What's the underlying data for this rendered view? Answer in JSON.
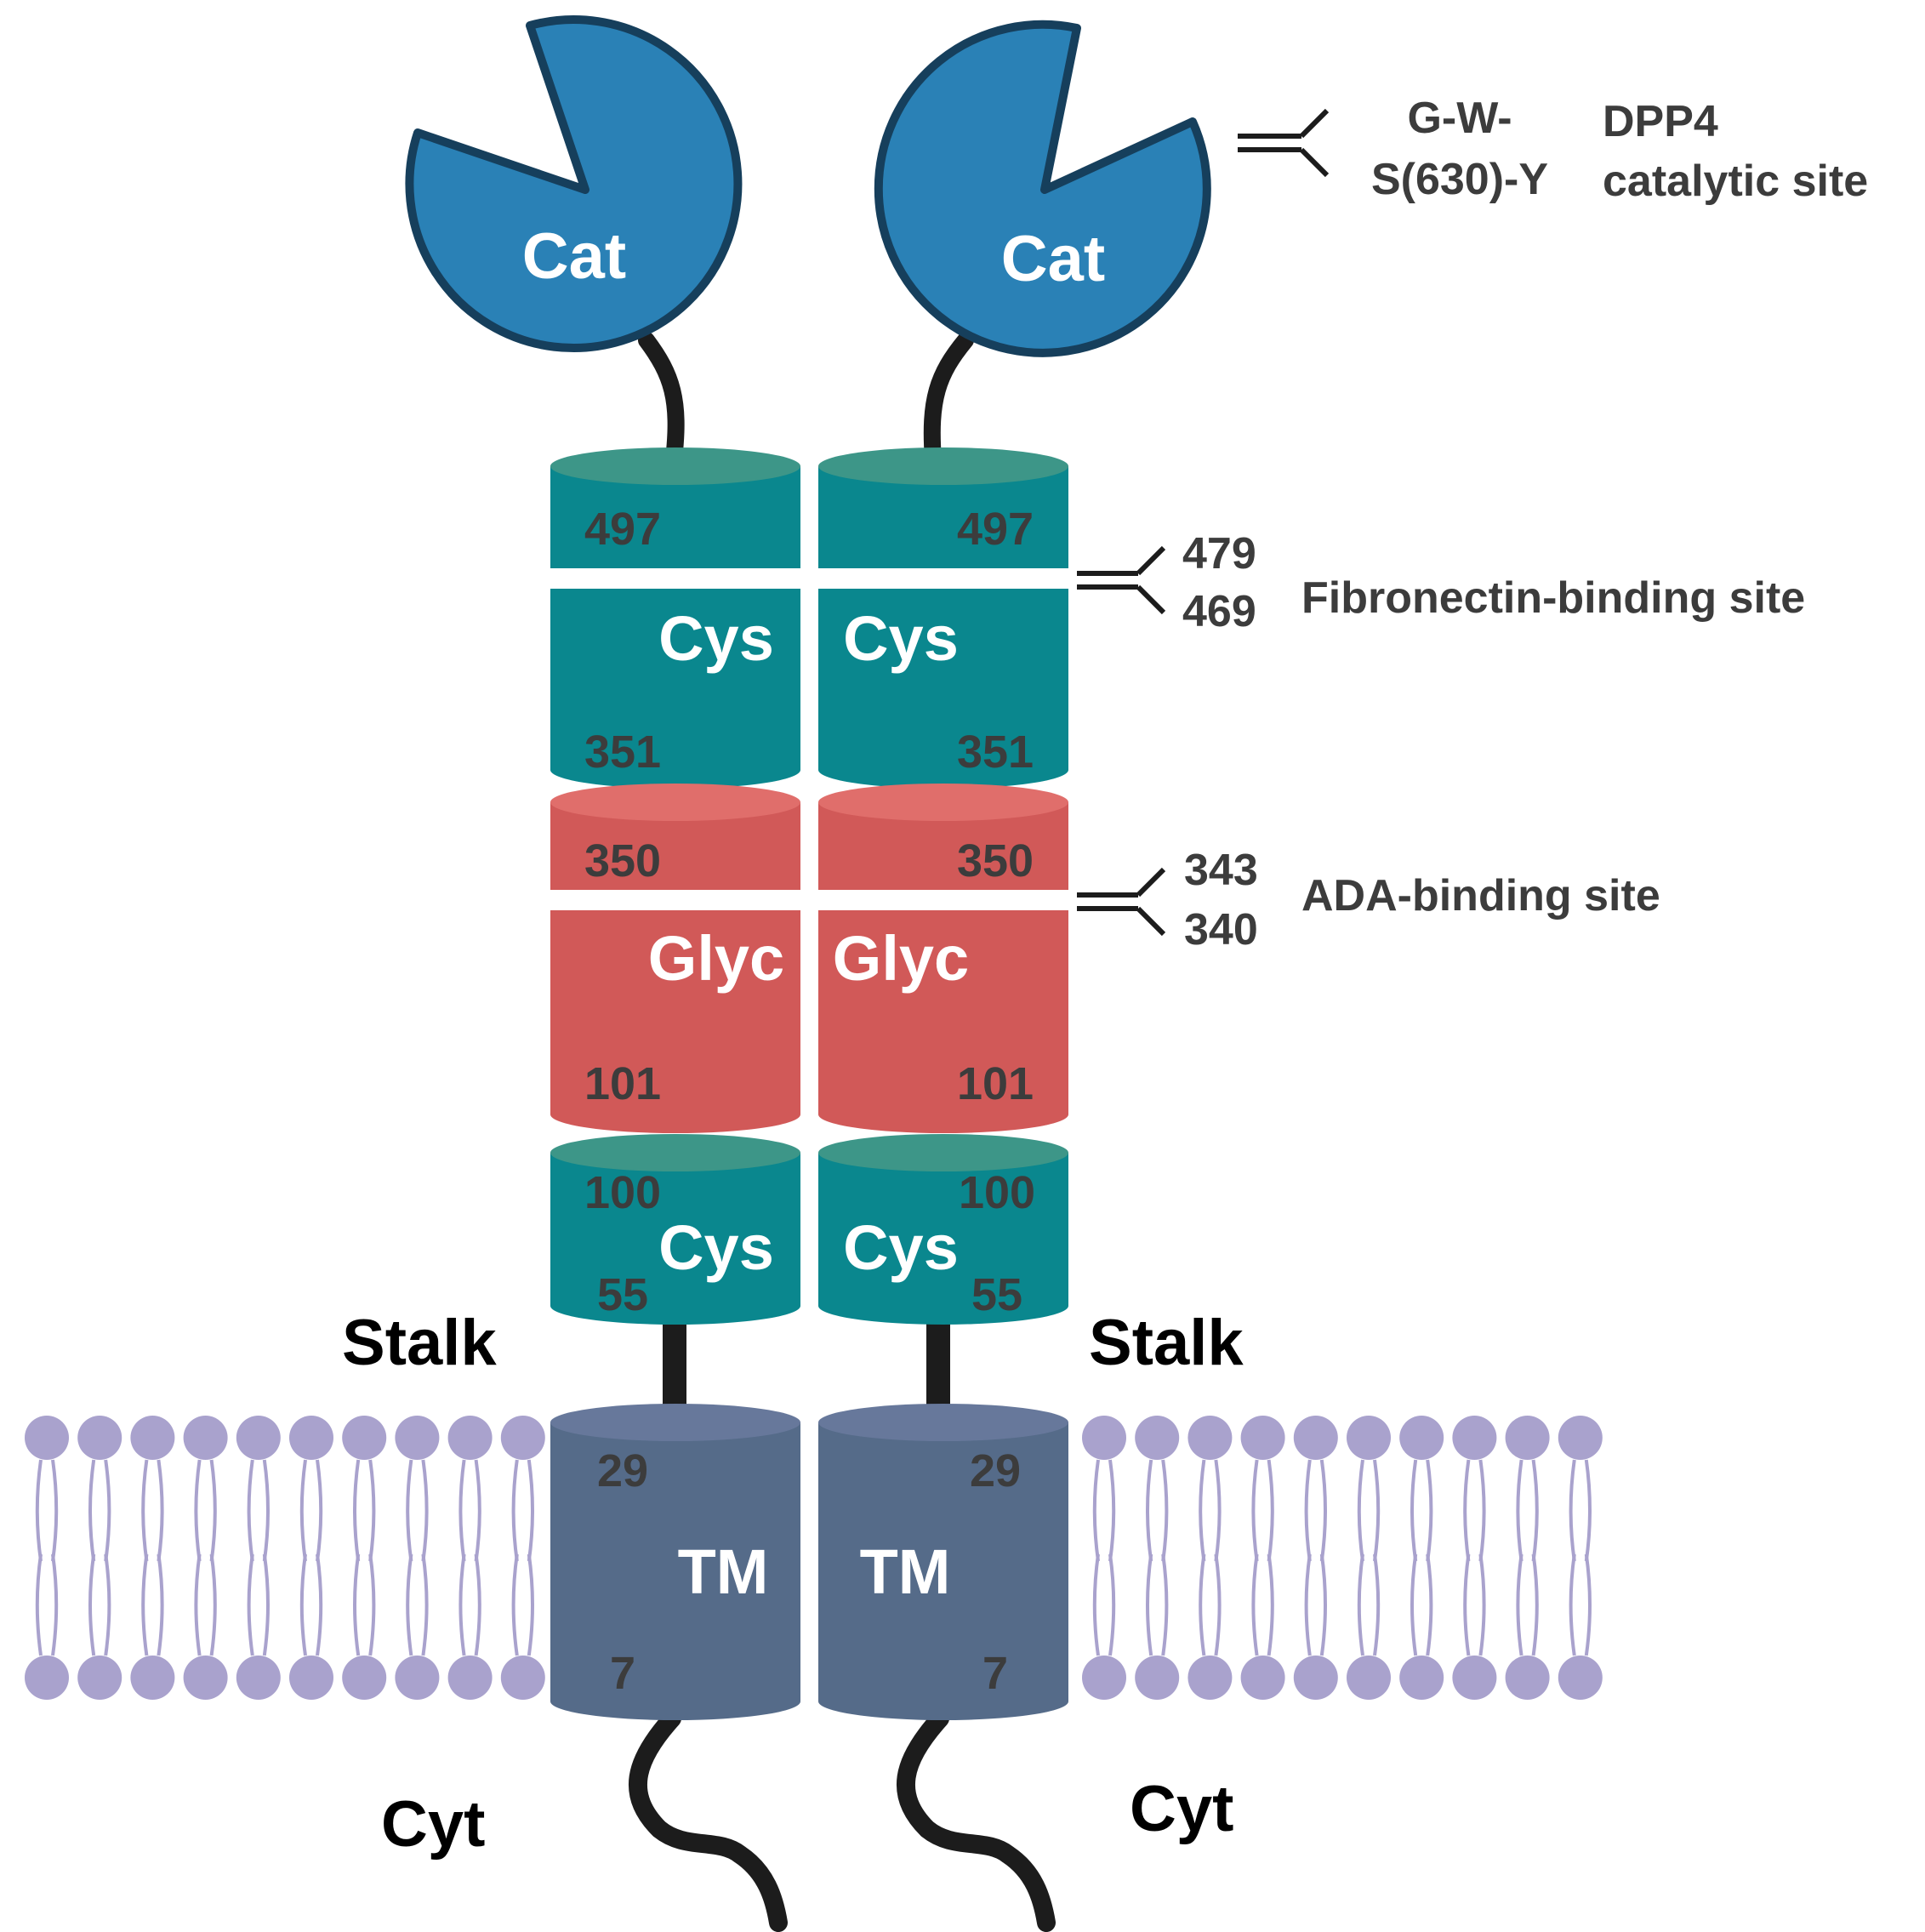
{
  "catalytic": {
    "domain_label": "Cat",
    "motif_line1": "G-W-",
    "motif_line2": "S(630)-Y",
    "site_line1": "DPP4",
    "site_line2": "catalytic site"
  },
  "cys_upper": {
    "label": "Cys",
    "residue_top": "497",
    "residue_bottom": "351"
  },
  "glyc": {
    "label": "Glyc",
    "residue_top": "350",
    "residue_bottom": "101"
  },
  "cys_lower": {
    "label": "Cys",
    "residue_top": "100",
    "residue_bottom": "55"
  },
  "tm": {
    "label": "TM",
    "residue_top": "29",
    "residue_bottom": "7"
  },
  "fibronectin": {
    "residue_a": "479",
    "residue_b": "469",
    "label": "Fibronectin-binding site"
  },
  "ada": {
    "residue_a": "343",
    "residue_b": "340",
    "label": "ADA-binding site"
  },
  "stalk_label": "Stalk",
  "cyt_label": "Cyt",
  "colors": {
    "catalytic": "#2a81b6",
    "catalytic_outline": "#163f5c",
    "cys": "#0a878e",
    "cys_top": "#3d9688",
    "glyc": "#d15958",
    "glyc_top": "#e06e6b",
    "tm": "#556b89",
    "tm_top": "#67789b",
    "lipid": "#a9a2cd",
    "residue_text": "#3c3c3c",
    "linker": "#1c1c1c"
  }
}
